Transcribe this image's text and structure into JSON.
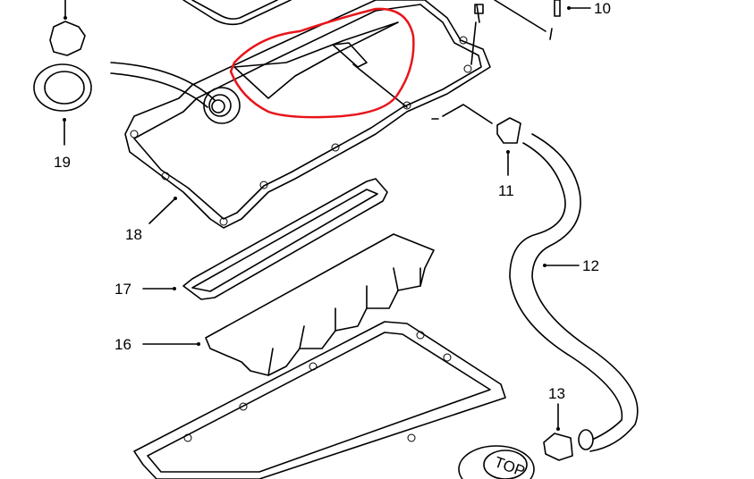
{
  "diagram": {
    "callouts": {
      "p10": "10",
      "p11": "11",
      "p12": "12",
      "p13": "13",
      "p16": "16",
      "p17": "17",
      "p18": "18",
      "p19": "19"
    },
    "cap_text": "TOP",
    "highlight_color": "#e8141a"
  }
}
